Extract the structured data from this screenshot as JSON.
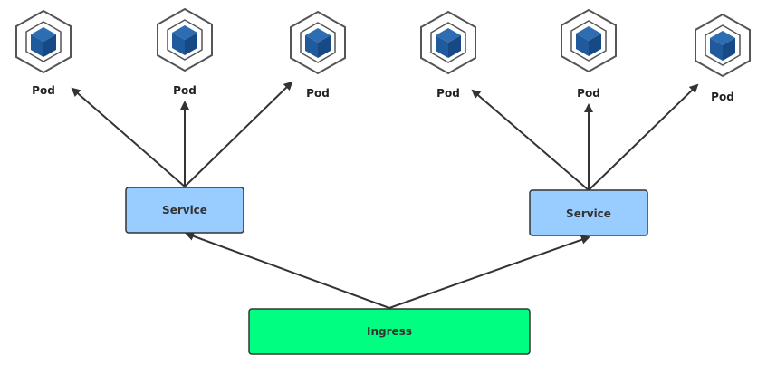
{
  "diagram": {
    "ingress": {
      "label": "Ingress",
      "fill": "#00ff80"
    },
    "services": [
      {
        "label": "Service",
        "fill": "#99ccff"
      },
      {
        "label": "Service",
        "fill": "#99ccff"
      }
    ],
    "pods": [
      {
        "label": "Pod"
      },
      {
        "label": "Pod"
      },
      {
        "label": "Pod"
      },
      {
        "label": "Pod"
      },
      {
        "label": "Pod"
      },
      {
        "label": "Pod"
      }
    ],
    "colors": {
      "box_stroke": "#333333",
      "arrow": "#333333",
      "pod_icon_outline": "#555555",
      "pod_cube": "#1f5a9c"
    },
    "icon": "kubernetes-pod-cube-icon"
  }
}
